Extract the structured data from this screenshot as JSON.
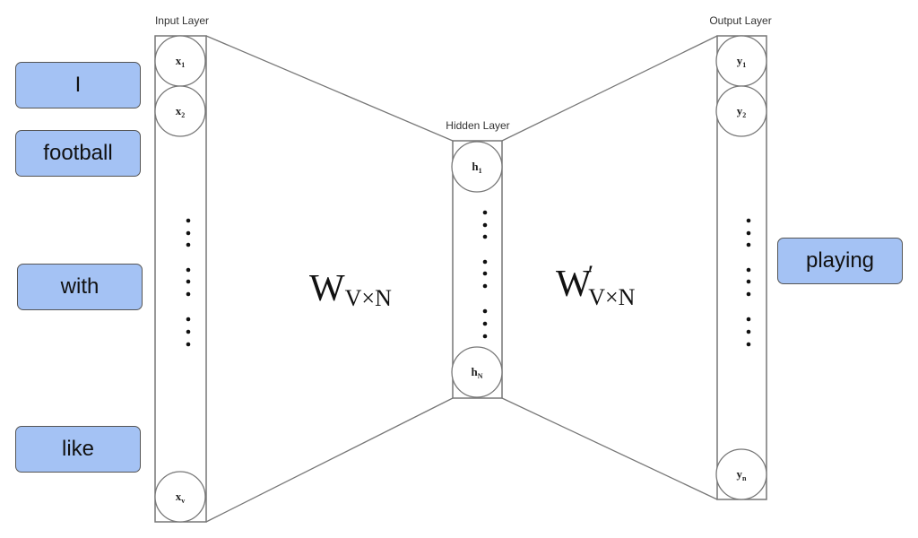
{
  "layers": {
    "input": {
      "title": "Input Layer",
      "nodes": [
        {
          "base": "x",
          "sub": "1"
        },
        {
          "base": "x",
          "sub": "2"
        },
        {
          "base": "x",
          "sub": "v"
        }
      ]
    },
    "hidden": {
      "title": "Hidden Layer",
      "nodes": [
        {
          "base": "h",
          "sub": "1"
        },
        {
          "base": "h",
          "sub": "N"
        }
      ]
    },
    "output": {
      "title": "Output Layer",
      "nodes": [
        {
          "base": "y",
          "sub": "1"
        },
        {
          "base": "y",
          "sub": "2"
        },
        {
          "base": "y",
          "sub": "n"
        }
      ]
    }
  },
  "weights": {
    "input_to_hidden": {
      "base": "W",
      "sub": "V×N",
      "prime": ""
    },
    "hidden_to_output": {
      "base": "W",
      "sub": "V×N",
      "prime": "′"
    }
  },
  "context_words": [
    "I",
    "football",
    "with",
    "like"
  ],
  "target_word": "playing",
  "colors": {
    "word_box": "#a4c2f4",
    "lines": "#777777"
  }
}
